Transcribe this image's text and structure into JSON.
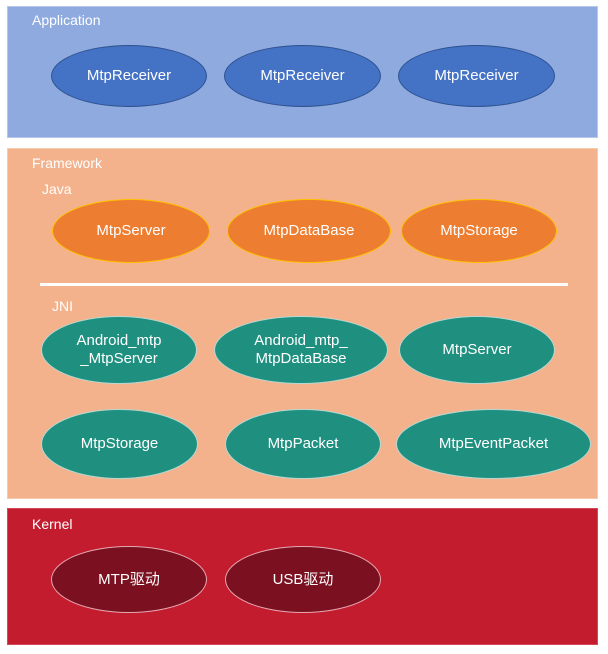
{
  "colors": {
    "application_layer": "#8eaadf",
    "framework_layer": "#f3b28b",
    "kernel_layer": "#c41c2f",
    "application_node": "#4472c4",
    "java_node": "#ed7d31",
    "java_node_outline": "#ffc000",
    "jni_node": "#1f8f7f",
    "kernel_node": "#7a1020"
  },
  "application": {
    "title": "Application",
    "nodes": [
      "MtpReceiver",
      "MtpReceiver",
      "MtpReceiver"
    ]
  },
  "framework": {
    "title": "Framework",
    "java": {
      "title": "Java",
      "nodes": [
        "MtpServer",
        "MtpDataBase",
        "MtpStorage"
      ]
    },
    "jni": {
      "title": "JNI",
      "nodes": [
        "Android_mtp\n_MtpServer",
        "Android_mtp_\nMtpDataBase",
        "MtpServer",
        "MtpStorage",
        "MtpPacket",
        "MtpEventPacket"
      ]
    }
  },
  "kernel": {
    "title": "Kernel",
    "nodes": [
      "MTP驱动",
      "USB驱动"
    ]
  }
}
